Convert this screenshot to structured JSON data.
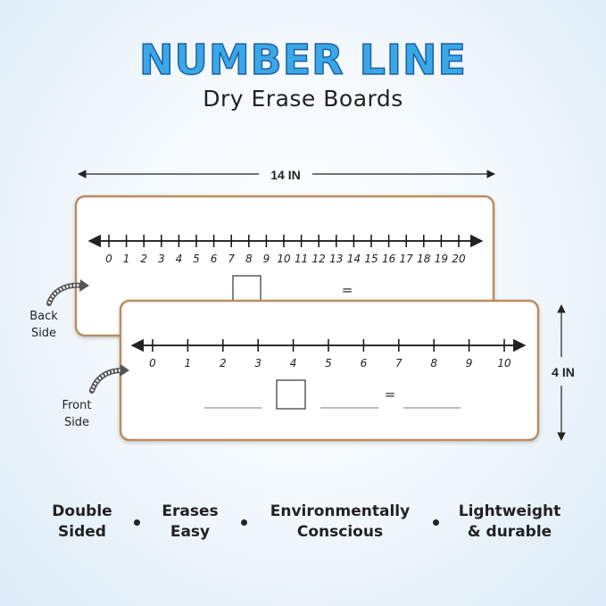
{
  "header": {
    "title": "NUMBER LINE",
    "subtitle": "Dry Erase Boards"
  },
  "dimensions": {
    "width_label": "14 IN",
    "height_label": "4 IN"
  },
  "back_board": {
    "side_label": "Back\nSide",
    "numbers": [
      "0",
      "1",
      "2",
      "3",
      "4",
      "5",
      "6",
      "7",
      "8",
      "9",
      "10",
      "11",
      "12",
      "13",
      "14",
      "15",
      "16",
      "17",
      "18",
      "19",
      "20"
    ],
    "equation_sign": "="
  },
  "front_board": {
    "side_label": "Front\nSide",
    "numbers": [
      "0",
      "1",
      "2",
      "3",
      "4",
      "5",
      "6",
      "7",
      "8",
      "9",
      "10"
    ],
    "equation_sign": "="
  },
  "features": [
    {
      "label": "Double\nSided"
    },
    {
      "label": "Erases\nEasy"
    },
    {
      "label": "Environmentally\nConscious"
    },
    {
      "label": "Lightweight\n& durable"
    }
  ],
  "colors": {
    "title_fill": "#3aa8e6",
    "title_outline": "#1e5fa8",
    "board_edge": "#b98d62"
  }
}
